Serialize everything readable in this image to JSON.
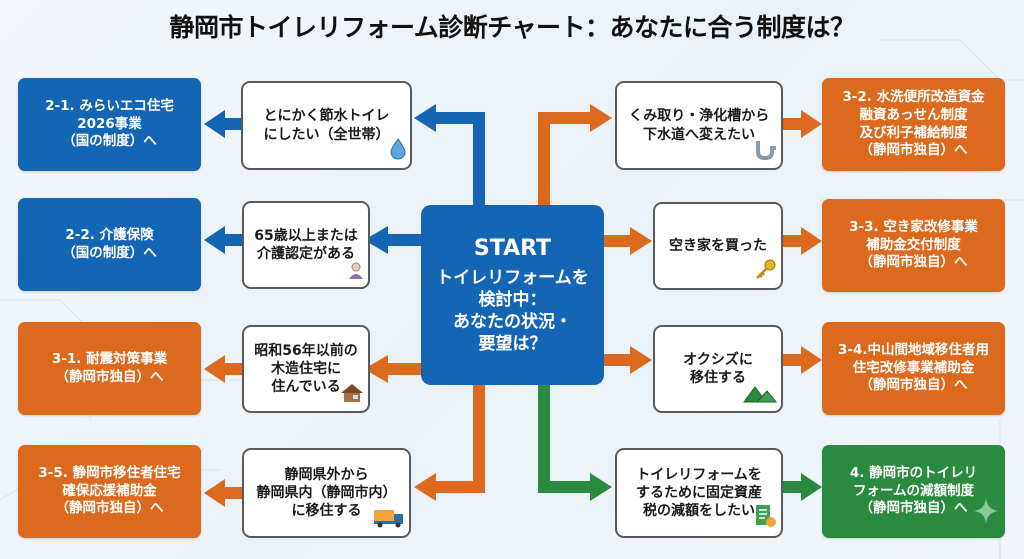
{
  "title": "静岡市トイレリフォーム診断チャート：あなたに合う制度は？",
  "start": {
    "label": "START",
    "text": "トイレリフォームを\n検討中：\nあなたの状況・\n要望は？"
  },
  "conditions": {
    "water_saving": {
      "text": "とにかく節水トイレ\nにしたい（全世帯）",
      "icon": "water-drop-icon"
    },
    "elderly": {
      "text": "65歳以上または\n介護認定がある",
      "icon": "elderly-person-icon"
    },
    "old_house": {
      "text": "昭和56年以前の\n木造住宅に\n住んでいる",
      "icon": "house-icon"
    },
    "relocation_pref": {
      "text": "静岡県外から\n静岡県内（静岡市内）\nに移住する",
      "icon": "truck-icon"
    },
    "sewer": {
      "text": "くみ取り・浄化槽から\n下水道へ変えたい",
      "icon": "pipe-icon"
    },
    "vacant_house": {
      "text": "空き家を買った",
      "icon": "key-icon"
    },
    "okushizu": {
      "text": "オクシズに\n移住する",
      "icon": "mountain-icon"
    },
    "tax": {
      "text": "トイレリフォームを\nするために固定資産\n税の減額をしたい",
      "icon": "tax-document-icon"
    }
  },
  "results": {
    "r2_1": {
      "text": "2-1. みらいエコ住宅\n2026事業\n（国の制度）へ",
      "category": "national"
    },
    "r2_2": {
      "text": "2-2. 介護保険\n（国の制度）へ",
      "category": "national"
    },
    "r3_1": {
      "text": "3-1. 耐震対策事業\n（静岡市独自）へ",
      "category": "city"
    },
    "r3_5": {
      "text": "3-5. 静岡市移住者住宅\n確保応援補助金\n（静岡市独自）へ",
      "category": "city"
    },
    "r3_2": {
      "text": "3-2. 水洗便所改造資金\n融資あっせん制度\n及び利子補給制度\n（静岡市独自）へ",
      "category": "city"
    },
    "r3_3": {
      "text": "3-3. 空き家改修事業\n補助金交付制度\n（静岡市独自）へ",
      "category": "city"
    },
    "r3_4": {
      "text": "3-4.中山間地域移住者用\n住宅改修事業補助金\n（静岡市独自）へ",
      "category": "city"
    },
    "r4": {
      "text": "4. 静岡市のトイレリ\nフォームの減額制度\n（静岡市独自）へ",
      "category": "tax"
    }
  },
  "colors": {
    "national": "#1565b5",
    "city": "#dc6a1e",
    "tax": "#2a8a3f"
  }
}
